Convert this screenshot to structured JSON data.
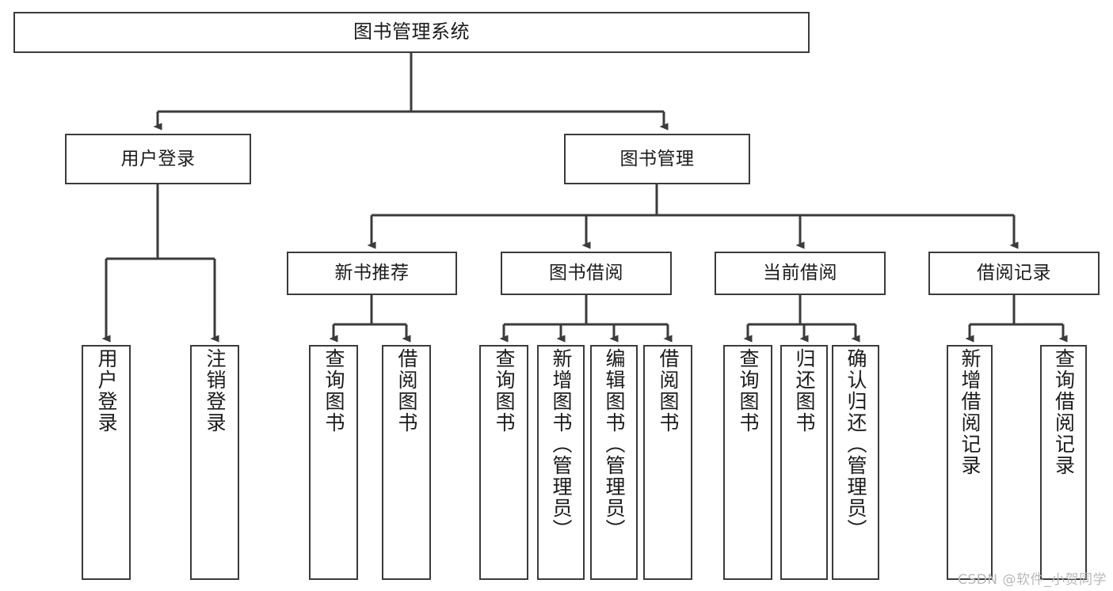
{
  "diagram": {
    "title": "图书管理系统",
    "type": "hierarchy-tree",
    "watermark": "CSDN @软件_小贺同学",
    "nodes": {
      "root": {
        "label": "图书管理系统"
      },
      "level2": [
        {
          "id": "user-login",
          "label": "用户登录"
        },
        {
          "id": "book-management",
          "label": "图书管理"
        }
      ],
      "level3": [
        {
          "id": "new-book-recommend",
          "label": "新书推荐"
        },
        {
          "id": "book-borrow",
          "label": "图书借阅"
        },
        {
          "id": "current-borrow",
          "label": "当前借阅"
        },
        {
          "id": "borrow-record",
          "label": "借阅记录"
        }
      ],
      "leaves": [
        {
          "id": "leaf-user-login",
          "label": "用户登录",
          "parent": "user-login"
        },
        {
          "id": "leaf-logout-login",
          "label": "注销登录",
          "parent": "user-login"
        },
        {
          "id": "leaf-query-book-1",
          "label": "查询图书",
          "parent": "new-book-recommend"
        },
        {
          "id": "leaf-borrow-book-1",
          "label": "借阅图书",
          "parent": "new-book-recommend"
        },
        {
          "id": "leaf-query-book-2",
          "label": "查询图书",
          "parent": "book-borrow"
        },
        {
          "id": "leaf-add-book",
          "label": "新增图书（管理员）",
          "parent": "book-borrow"
        },
        {
          "id": "leaf-edit-book",
          "label": "编辑图书（管理员）",
          "parent": "book-borrow"
        },
        {
          "id": "leaf-borrow-book-2",
          "label": "借阅图书",
          "parent": "book-borrow"
        },
        {
          "id": "leaf-query-book-3",
          "label": "查询图书",
          "parent": "current-borrow"
        },
        {
          "id": "leaf-return-book",
          "label": "归还图书",
          "parent": "current-borrow"
        },
        {
          "id": "leaf-confirm-return",
          "label": "确认归还（管理员）",
          "parent": "current-borrow"
        },
        {
          "id": "leaf-add-borrow-record",
          "label": "新增借阅记录",
          "parent": "borrow-record"
        },
        {
          "id": "leaf-query-borrow-record",
          "label": "查询借阅记录",
          "parent": "borrow-record"
        }
      ]
    },
    "colors": {
      "stroke": "#3b3b3b",
      "fill": "#ffffff",
      "text": "#1b1b1b",
      "watermark": "#b9b9b9"
    }
  }
}
